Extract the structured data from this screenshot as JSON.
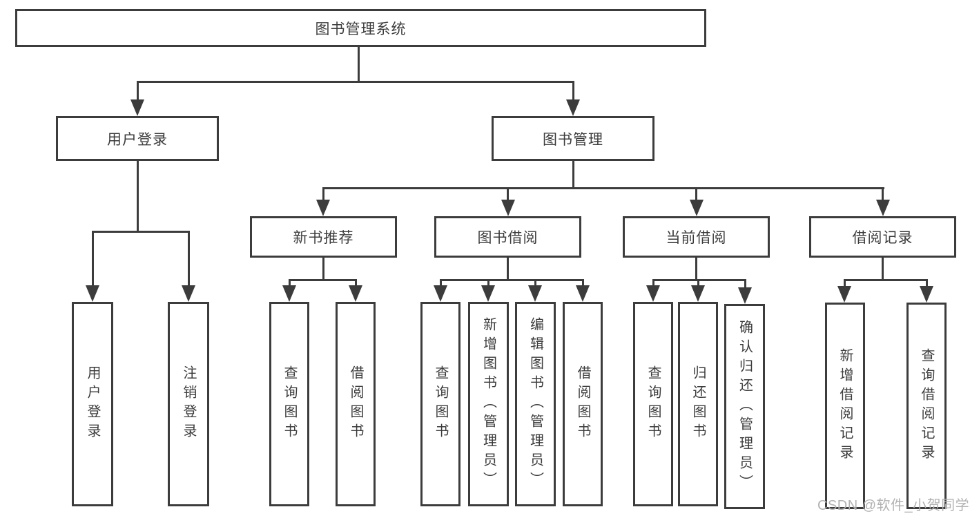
{
  "colors": {
    "line": "#3c3c3c",
    "text": "#3c3c3c",
    "watermark": "#b2b2b2",
    "background": "#ffffff"
  },
  "tree": {
    "root": {
      "label": "图书管理系统"
    },
    "branches": [
      {
        "label": "用户登录",
        "children": [
          {
            "label": "用户登录"
          },
          {
            "label": "注销登录"
          }
        ]
      },
      {
        "label": "图书管理",
        "children": [
          {
            "label": "新书推荐",
            "children": [
              {
                "label": "查询图书"
              },
              {
                "label": "借阅图书"
              }
            ]
          },
          {
            "label": "图书借阅",
            "children": [
              {
                "label": "查询图书"
              },
              {
                "label": "新增图书（管理员）"
              },
              {
                "label": "编辑图书（管理员）"
              },
              {
                "label": "借阅图书"
              }
            ]
          },
          {
            "label": "当前借阅",
            "children": [
              {
                "label": "查询图书"
              },
              {
                "label": "归还图书"
              },
              {
                "label": "确认归还（管理员）"
              }
            ]
          },
          {
            "label": "借阅记录",
            "children": [
              {
                "label": "新增借阅记录"
              },
              {
                "label": "查询借阅记录"
              }
            ]
          }
        ]
      }
    ]
  },
  "watermark": {
    "text": "CSDN @软件_小贺同学"
  }
}
